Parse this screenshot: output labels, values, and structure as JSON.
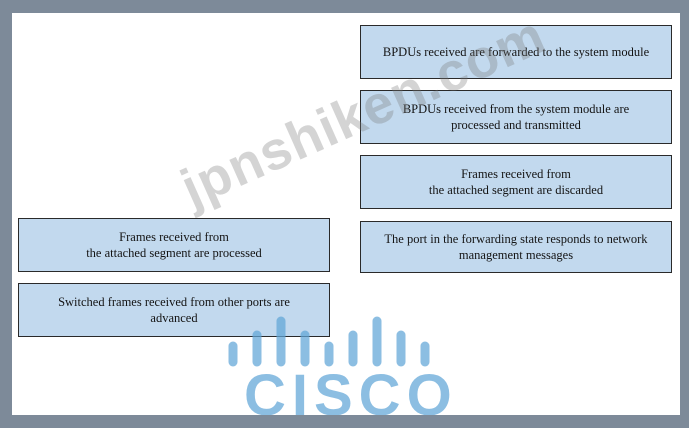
{
  "right_column": {
    "card1": "BPDUs received are forwarded to the system module",
    "card2": "BPDUs received from the system module are\nprocessed and transmitted",
    "card3": "Frames received from\nthe attached segment are discarded",
    "card4": "The port in the forwarding state responds to network\nmanagement messages"
  },
  "left_column": {
    "card1": "Frames received from\nthe attached segment are processed",
    "card2": "Switched frames received from other ports are\nadvanced"
  },
  "watermark": {
    "text": "jpnshiken.com"
  },
  "logo": {
    "text": "CISCO",
    "icon": "cisco-bridge-icon",
    "color": "#5fa5d7"
  },
  "colors": {
    "frame": "#7d8a99",
    "card_fill": "#c2d9ee",
    "card_border": "#2a2a2a"
  }
}
